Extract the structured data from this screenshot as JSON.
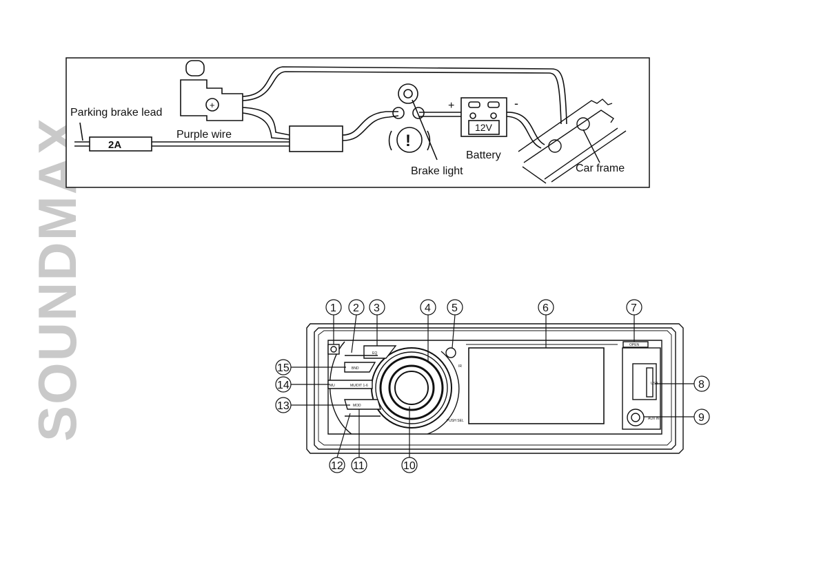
{
  "brand": "SOUNDMAX",
  "wiring": {
    "parking_brake_lead": "Parking brake lead",
    "fuse": "2A",
    "purple_wire": "Purple wire",
    "plus": "+",
    "minus": "-",
    "battery_voltage": "12V",
    "battery": "Battery",
    "brake_light": "Brake light",
    "car_frame": "Car frame"
  },
  "panel": {
    "eq": "EQ",
    "bnd": "BND",
    "mu": "MU",
    "mute": "MU/DIT 1-6",
    "mod": "MOD",
    "ir": "IR",
    "push_sel": "PUSH SEL",
    "open": "OPEN",
    "usb": "USB",
    "aux_in": "AUX IN",
    "callouts": [
      "1",
      "2",
      "3",
      "4",
      "5",
      "6",
      "7",
      "8",
      "9",
      "10",
      "11",
      "12",
      "13",
      "14",
      "15"
    ]
  }
}
